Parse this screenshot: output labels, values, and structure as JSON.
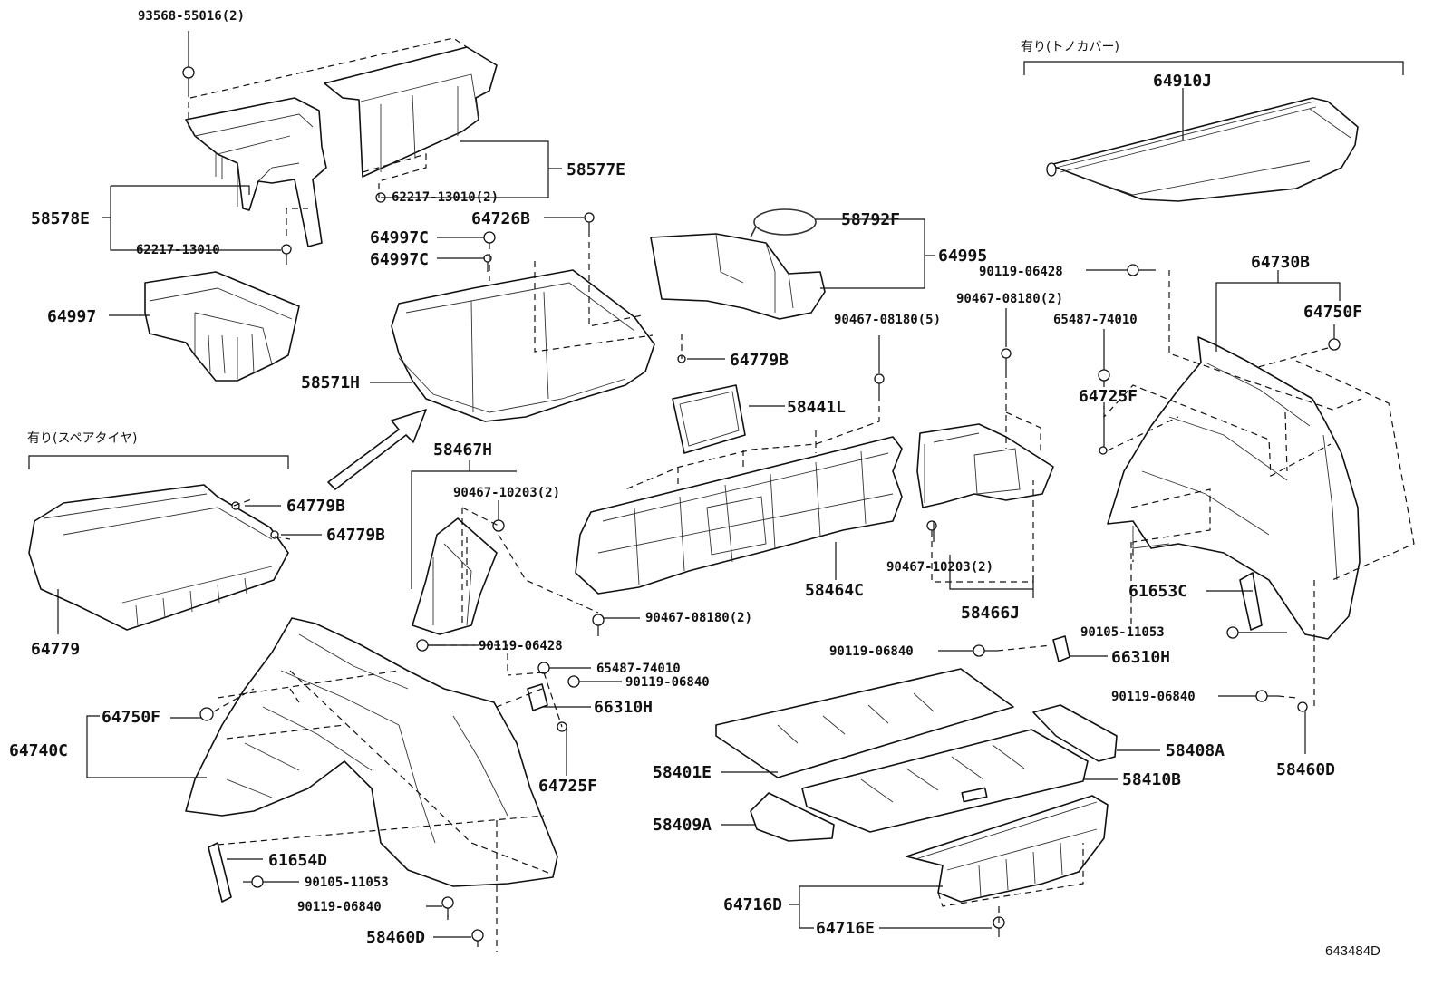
{
  "reference_code": "643484D",
  "group_spare_tire": "有り(スペアタイヤ)",
  "group_tonneau_cover": "有り(トノカバー)",
  "labels": {
    "p93568_55016": "93568-55016(2)",
    "p58577E": "58577E",
    "p62217_13010_2": "62217-13010(2)",
    "p58578E": "58578E",
    "p62217_13010": "62217-13010",
    "p64997": "64997",
    "p64997C_a": "64997C",
    "p64997C_b": "64997C",
    "p64726B": "64726B",
    "p58571H": "58571H",
    "p58792F": "58792F",
    "p64995": "64995",
    "p64779B_a": "64779B",
    "p64910J": "64910J",
    "p90119_06428_r": "90119-06428",
    "p90467_08180_2_r": "90467-08180(2)",
    "p64730B": "64730B",
    "p64750F_r": "64750F",
    "p65487_74010_r": "65487-74010",
    "p90467_08180_5": "90467-08180(5)",
    "p64725F_r": "64725F",
    "p58441L": "58441L",
    "p58467H": "58467H",
    "p90467_10203_2_a": "90467-10203(2)",
    "p64779B_b": "64779B",
    "p64779B_c": "64779B",
    "p64779": "64779",
    "p58464C": "58464C",
    "p90467_10203_2_b": "90467-10203(2)",
    "p58466J": "58466J",
    "p61653C": "61653C",
    "p90467_08180_2_c": "90467-08180(2)",
    "p90105_11053_r": "90105-11053",
    "p90119_06428_c": "90119-06428",
    "p90119_06840_m": "90119-06840",
    "p66310H_r": "66310H",
    "p65487_74010_c": "65487-74010",
    "p90119_06840_c": "90119-06840",
    "p66310H_c": "66310H",
    "p90119_06840_r": "90119-06840",
    "p64750F_l": "64750F",
    "p64740C": "64740C",
    "p58408A": "58408A",
    "p58460D_r": "58460D",
    "p64725F_c": "64725F",
    "p58401E": "58401E",
    "p58410B": "58410B",
    "p58409A": "58409A",
    "p61654D": "61654D",
    "p90105_11053_l": "90105-11053",
    "p90119_06840_l": "90119-06840",
    "p58460D_l": "58460D",
    "p64716D": "64716D",
    "p64716E": "64716E"
  }
}
